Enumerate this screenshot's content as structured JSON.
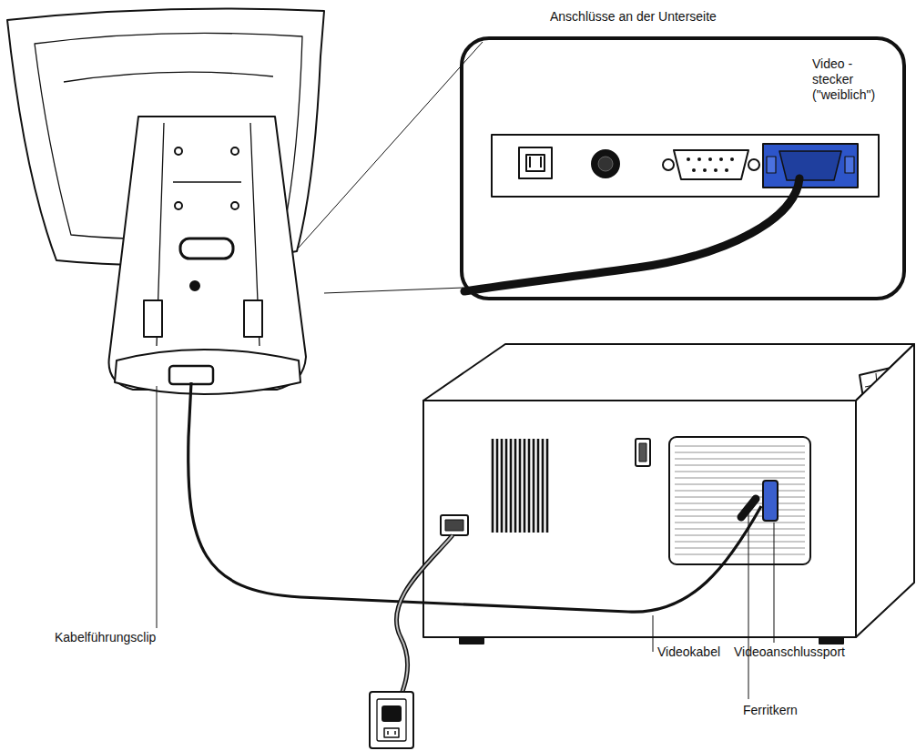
{
  "diagram": {
    "nodes": [
      {
        "text": [
          "Anschlüsse an der Unterseite",
          "Video -stecker (\"weiblich\")"
        ]
      }
    ],
    "labels": [
      "Kabelführungsclip",
      "Videokabel",
      "Videoanschlussport",
      "Ferritkern"
    ]
  }
}
